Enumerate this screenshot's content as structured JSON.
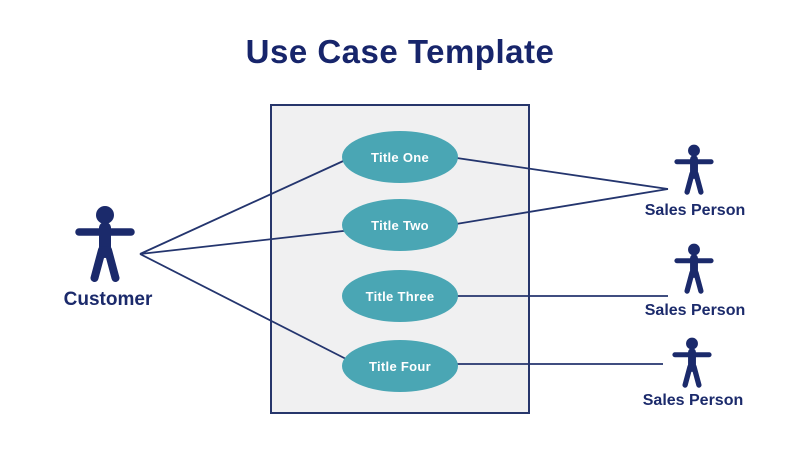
{
  "title": "Use Case Template",
  "colors": {
    "navy": "#1B2A6B",
    "teal": "#4AA6B4",
    "boundary_fill": "#F0F0F1",
    "connector_line": "#24356E",
    "usecase_text": "#FFFFFF",
    "background": "#FFFFFF"
  },
  "use_cases": [
    {
      "label": "Title One"
    },
    {
      "label": "Title Two"
    },
    {
      "label": "Title Three"
    },
    {
      "label": "Title Four"
    }
  ],
  "actors": {
    "customer": {
      "label": "Customer"
    },
    "sales_person_1": {
      "label": "Sales Person"
    },
    "sales_person_2": {
      "label": "Sales Person"
    },
    "sales_person_3": {
      "label": "Sales Person"
    }
  },
  "connections": [
    {
      "from": "Customer",
      "to": "Title One"
    },
    {
      "from": "Customer",
      "to": "Title Two"
    },
    {
      "from": "Customer",
      "to": "Title Four"
    },
    {
      "from": "Title One",
      "to": "Sales Person 1"
    },
    {
      "from": "Title Two",
      "to": "Sales Person 1"
    },
    {
      "from": "Title Three",
      "to": "Sales Person 2"
    },
    {
      "from": "Title Four",
      "to": "Sales Person 3"
    }
  ]
}
